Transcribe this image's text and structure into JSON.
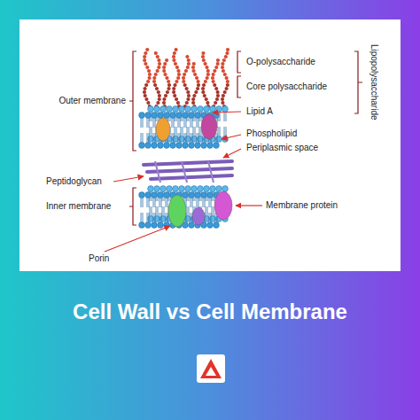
{
  "diagram": {
    "title": "Cell Wall vs Cell Membrane",
    "labels": [
      "O-polysaccharide",
      "Core polysaccharide",
      "Lipid A",
      "Lipopolysaccharide",
      "Outer membrane",
      "Phospholipid",
      "Periplasmic space",
      "Peptidoglycan",
      "Inner membrane",
      "Membrane protein",
      "Porin"
    ]
  }
}
